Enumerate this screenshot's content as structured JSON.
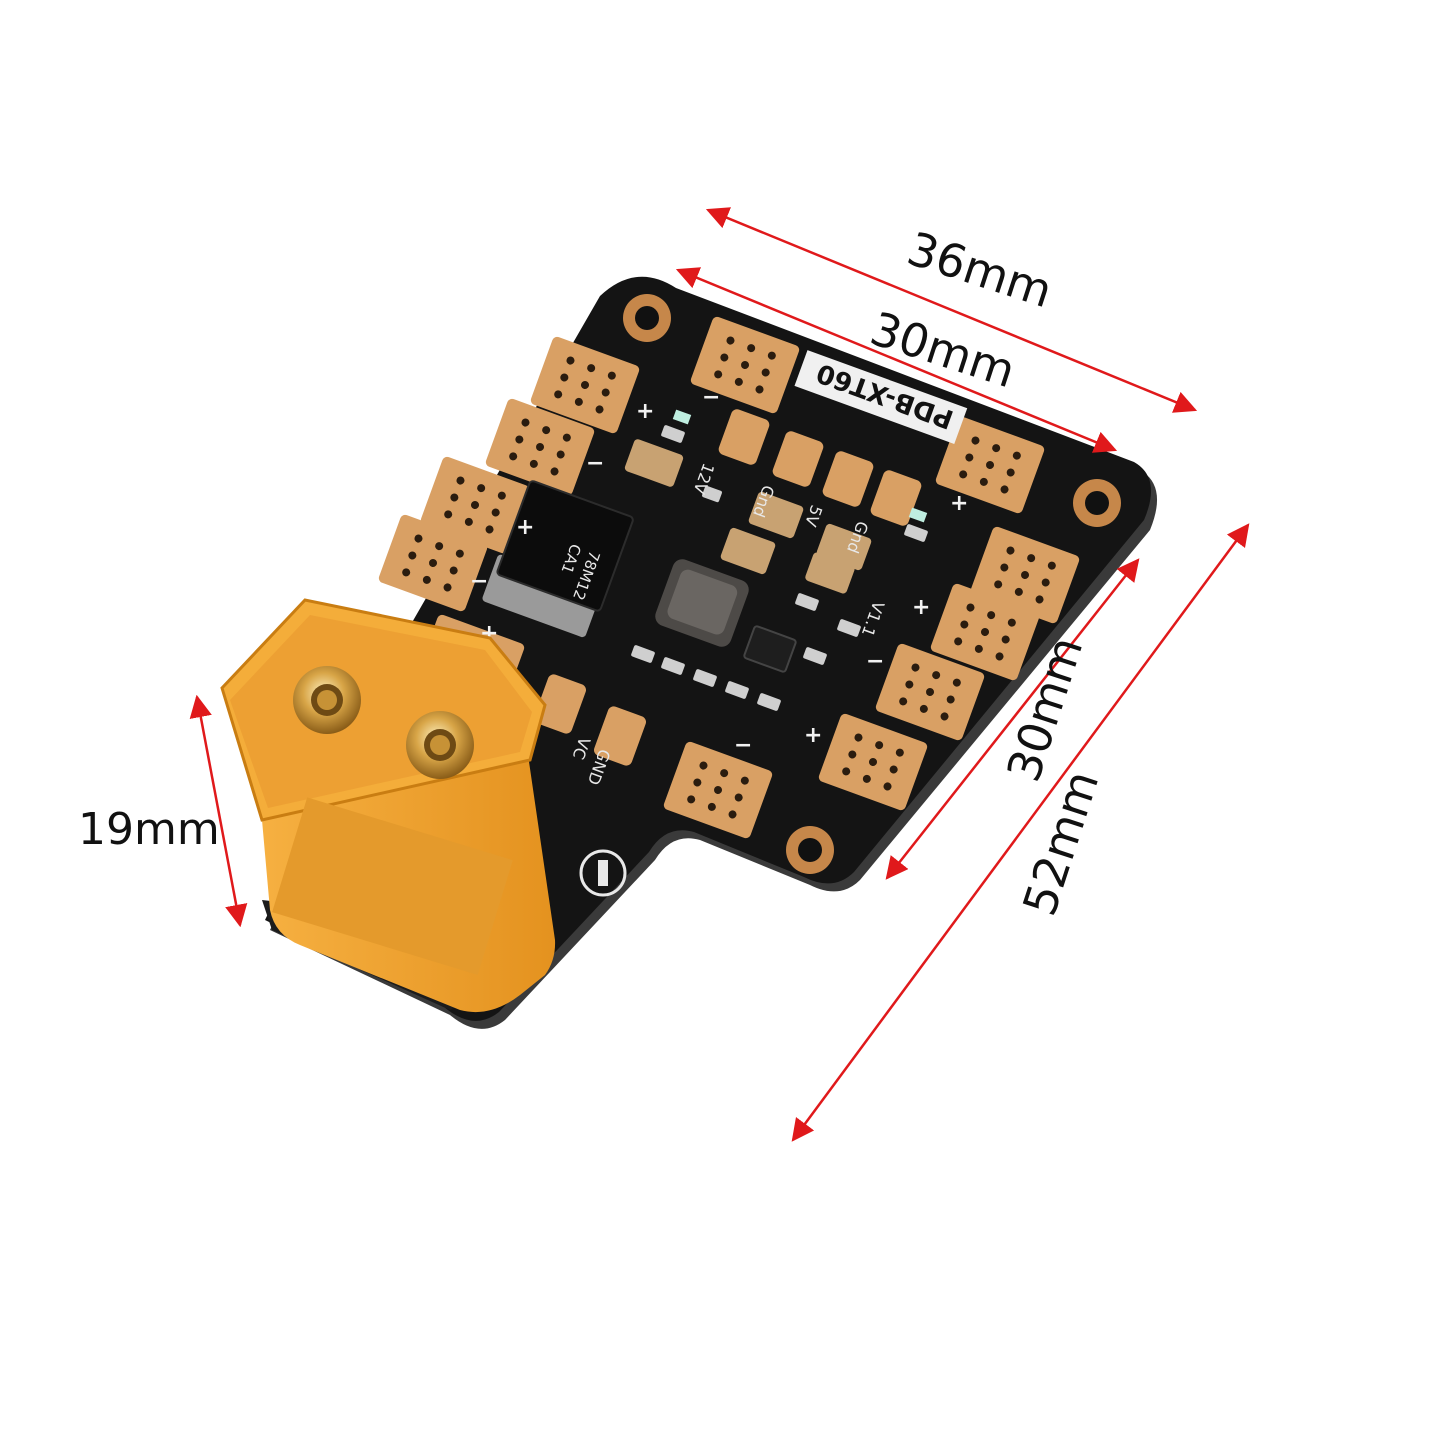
{
  "dimensions": {
    "width_outer": "36mm",
    "width_inner": "30mm",
    "height_inner": "30mm",
    "height_outer": "52mm",
    "connector_height": "19mm"
  },
  "board_silkscreen": {
    "model": "PDB-XT60",
    "version": "V1.1",
    "rail_12v": "12V",
    "rail_5v": "5V",
    "gnd_1": "Gnd",
    "gnd_2": "Gnd",
    "regulator_marking_1": "78M12",
    "regulator_marking_2": "CA1",
    "vcc": "VC",
    "gnd_bottom": "GND",
    "plus": "+",
    "minus": "−"
  },
  "colors": {
    "arrow": "#e0191b",
    "board": "#141414",
    "pad": "#d9a064",
    "connector": "#f3a632",
    "pin": "#d8a547"
  }
}
